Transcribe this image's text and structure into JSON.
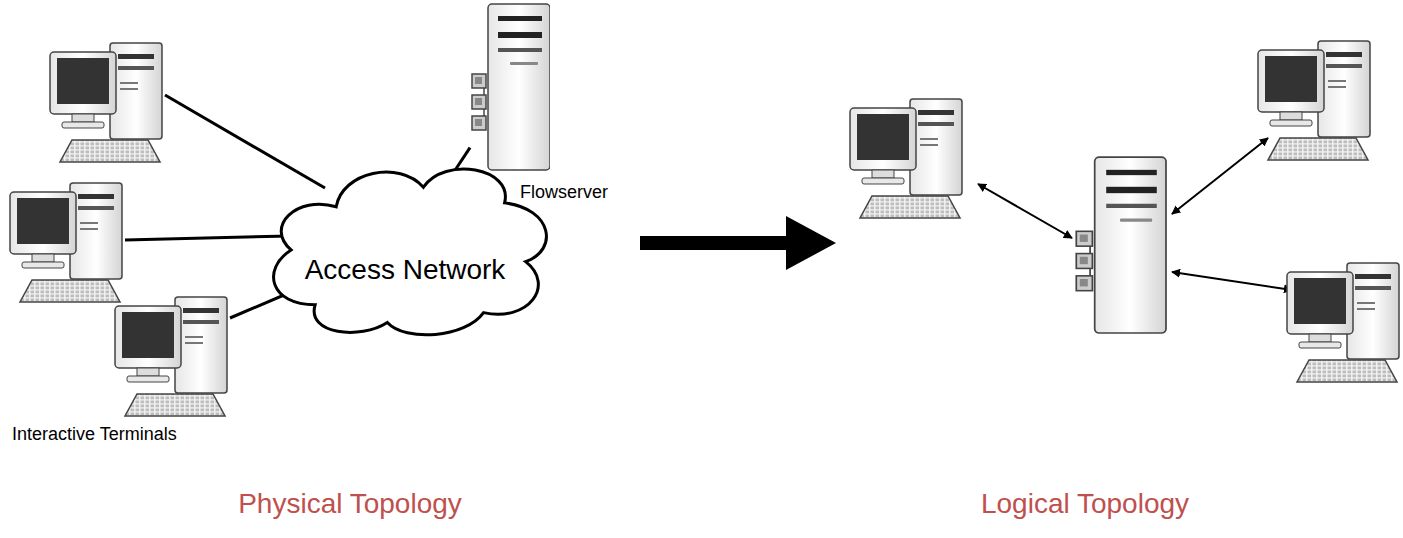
{
  "diagram": {
    "nodes": [
      {
        "text": [
          "Access Network"
        ]
      },
      {
        "text": [
          "Flowserver"
        ]
      }
    ],
    "edges": [
      {
        "from": 1,
        "to": 0,
        "arrow": "none"
      }
    ],
    "labels": [
      "Interactive Terminals",
      "Physical Topology",
      "Logical Topology"
    ]
  }
}
